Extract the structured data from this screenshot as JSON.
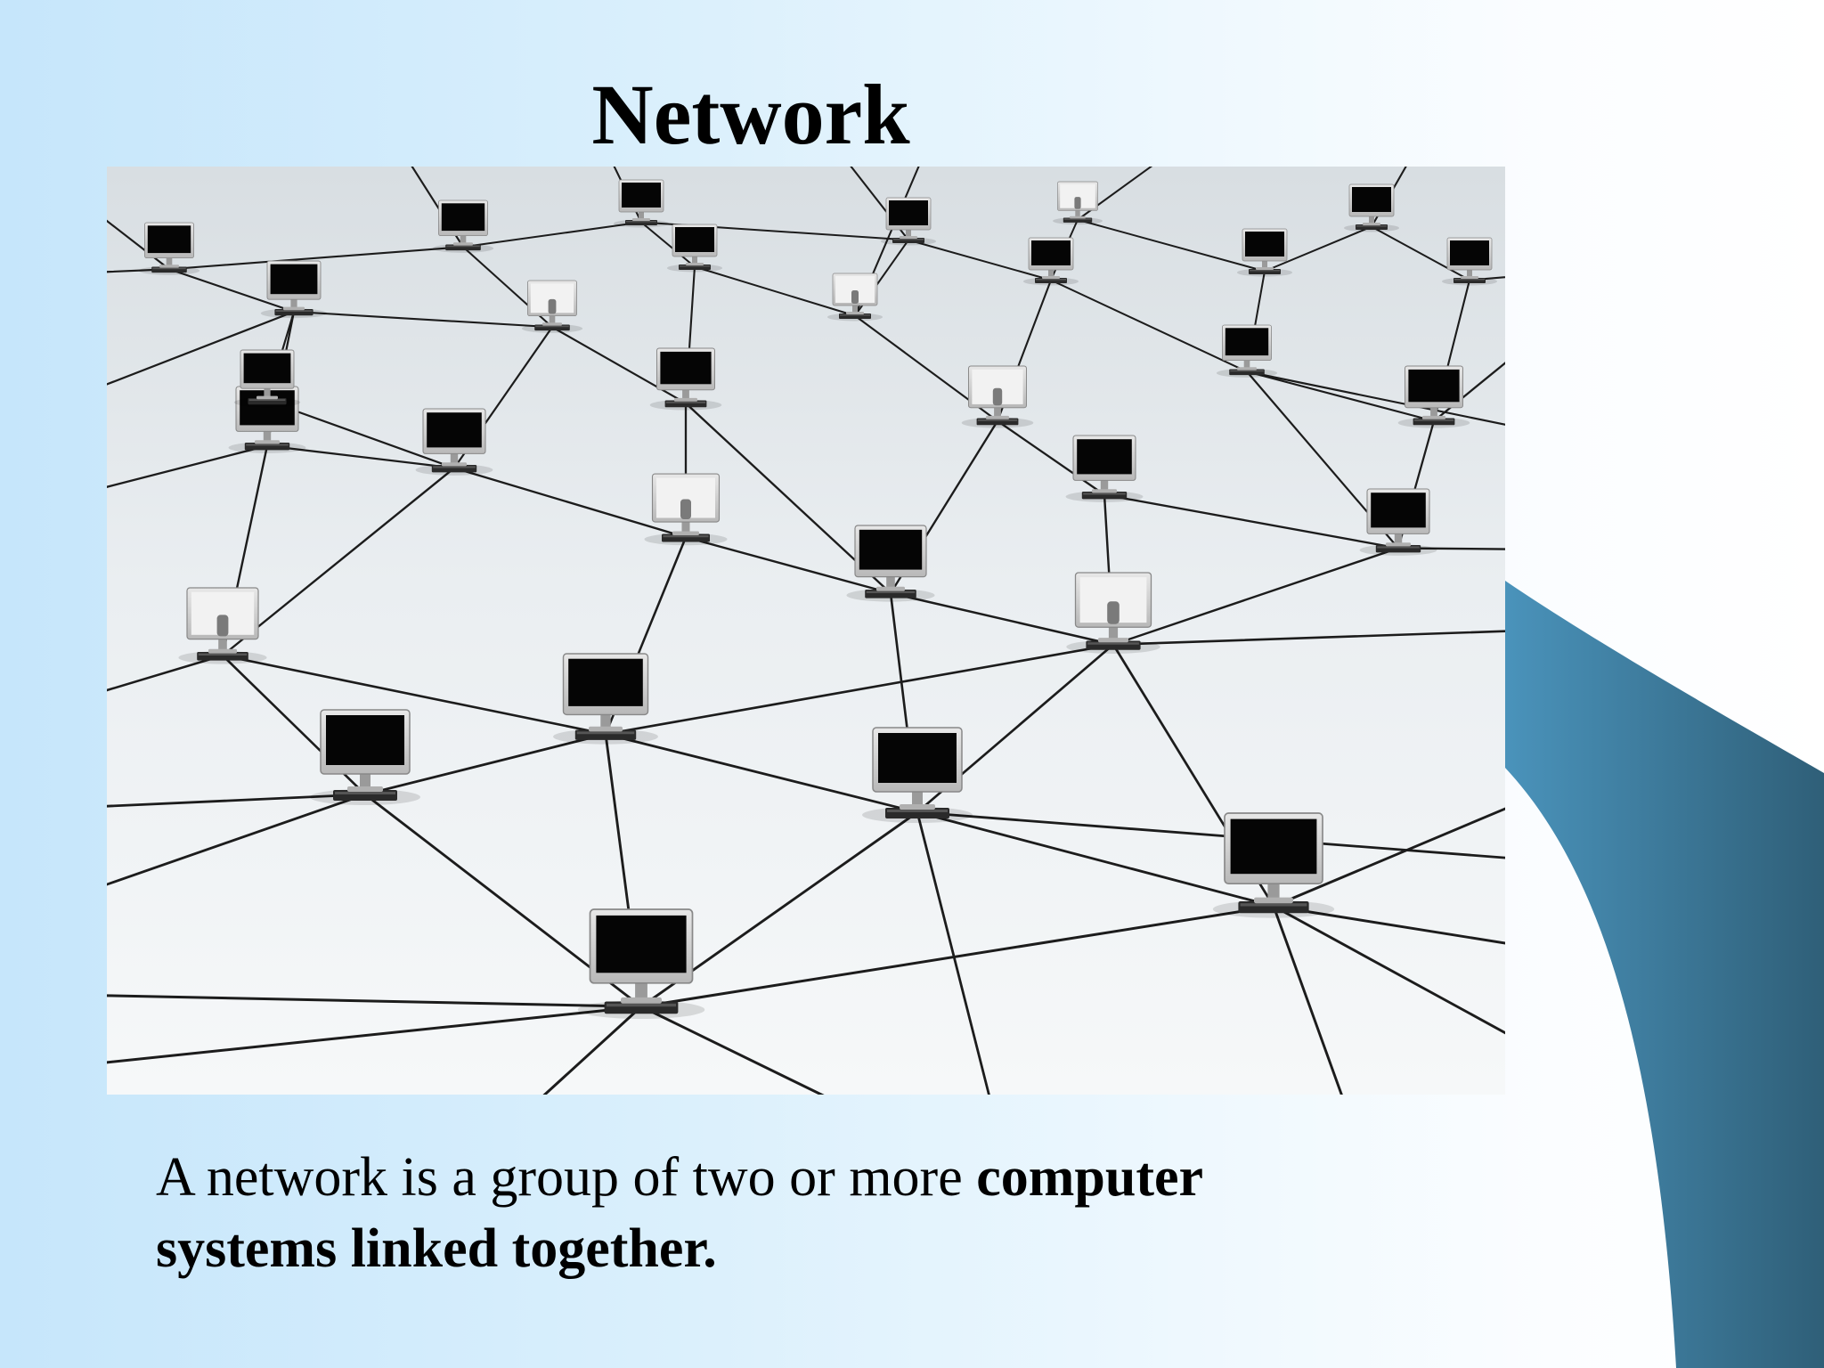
{
  "slide": {
    "title": "Network",
    "body": {
      "plain": "A network is a group of two or more ",
      "bold": "computer systems linked together."
    }
  },
  "figure": {
    "subject": "computer-network-illustration-icon",
    "colors": {
      "floor": "#eef2f4",
      "cable": "#1c1c1c",
      "monitor_body": "#d9d9d9",
      "screen": "#050505"
    }
  },
  "decoration": {
    "swoosh_color_light": "#4a93bb",
    "swoosh_color_dark": "#2f5f78"
  }
}
